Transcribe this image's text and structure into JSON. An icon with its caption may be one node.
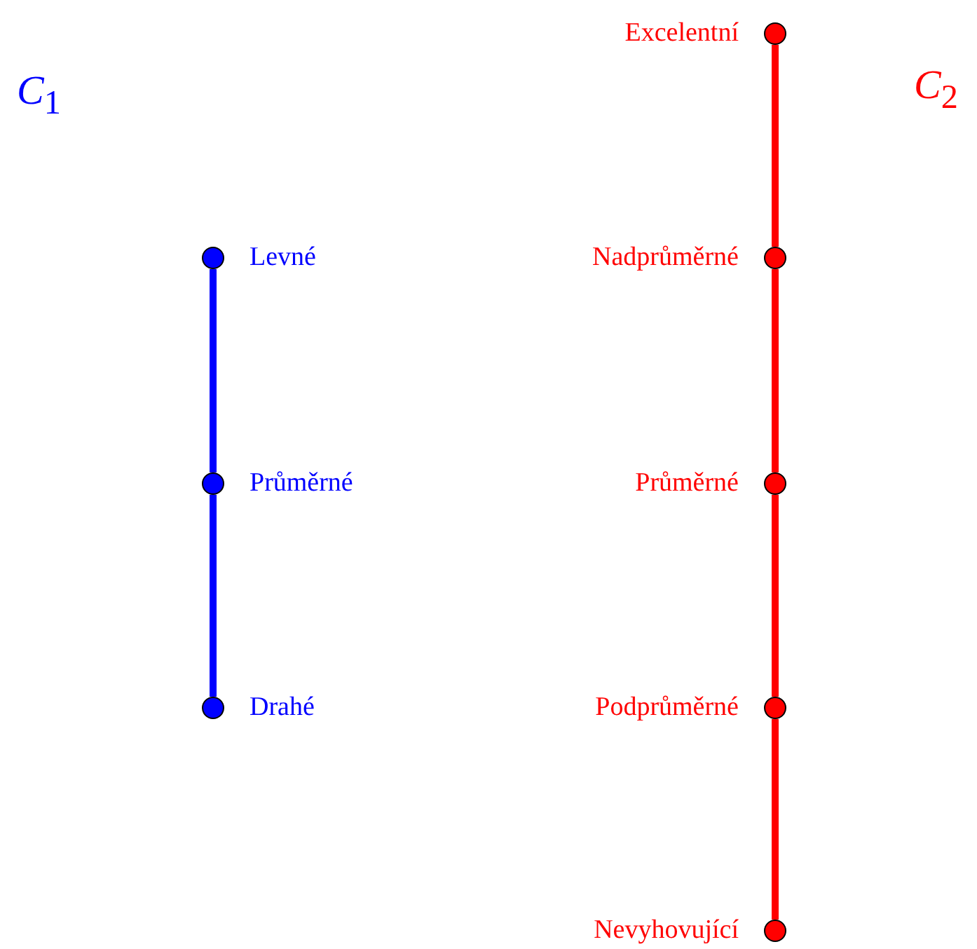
{
  "diagram": {
    "nodes": [
      {
        "text": [],
        "shape": "circle",
        "beside": [
          "Levné"
        ]
      },
      {
        "text": [],
        "shape": "circle",
        "beside": [
          "Průměrné"
        ]
      },
      {
        "text": [],
        "shape": "circle",
        "beside": [
          "Drahé"
        ]
      },
      {
        "text": [],
        "shape": "circle",
        "beside": [
          "Excelentní"
        ]
      },
      {
        "text": [],
        "shape": "circle",
        "beside": [
          "Nadprůměrné"
        ]
      },
      {
        "text": [],
        "shape": "circle",
        "beside": [
          "Průměrné"
        ]
      },
      {
        "text": [],
        "shape": "circle",
        "beside": [
          "Podprůměrné"
        ]
      },
      {
        "text": [],
        "shape": "circle",
        "beside": [
          "Nevyhovující"
        ]
      }
    ],
    "edges": [
      {
        "from": 0,
        "to": 1,
        "arrow": "none",
        "color": "#0000ff"
      },
      {
        "from": 1,
        "to": 2,
        "arrow": "none",
        "color": "#0000ff"
      },
      {
        "from": 3,
        "to": 4,
        "arrow": "none",
        "color": "#ff0000"
      },
      {
        "from": 4,
        "to": 5,
        "arrow": "none",
        "color": "#ff0000"
      },
      {
        "from": 5,
        "to": 6,
        "arrow": "none",
        "color": "#ff0000"
      },
      {
        "from": 6,
        "to": 7,
        "arrow": "none",
        "color": "#ff0000"
      }
    ],
    "labels": [
      "*C*$_{1}$",
      "*C*$_{2}$"
    ]
  }
}
